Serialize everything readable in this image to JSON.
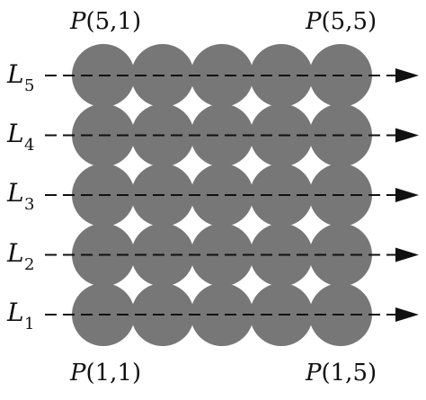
{
  "corner_labels": {
    "top_left": {
      "letter": "P",
      "args": "(5,1)"
    },
    "top_right": {
      "letter": "P",
      "args": "(5,5)"
    },
    "bottom_left": {
      "letter": "P",
      "args": "(1,1)"
    },
    "bottom_right": {
      "letter": "P",
      "args": "(1,5)"
    }
  },
  "lines": [
    {
      "letter": "L",
      "sub": "5"
    },
    {
      "letter": "L",
      "sub": "4"
    },
    {
      "letter": "L",
      "sub": "3"
    },
    {
      "letter": "L",
      "sub": "2"
    },
    {
      "letter": "L",
      "sub": "1"
    }
  ],
  "grid": {
    "rows": 5,
    "cols": 5
  },
  "colors": {
    "circle": "#777777",
    "line": "#111111",
    "text": "#111111"
  }
}
